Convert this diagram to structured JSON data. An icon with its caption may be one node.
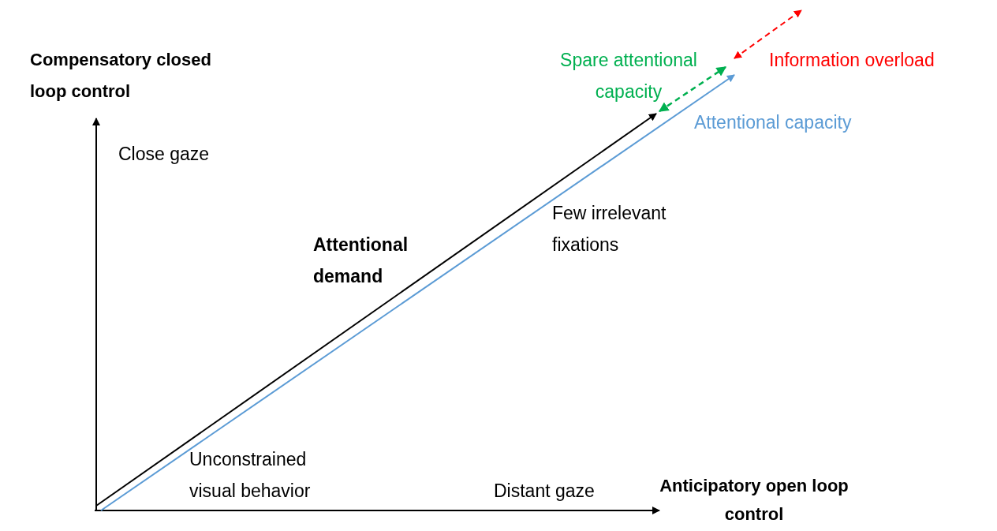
{
  "diagram": {
    "labels": [
      "Compensatory closed loop control",
      "Spare attentional capacity",
      "Information overload",
      "Attentional capacity",
      "Close gaze",
      "Few irrelevant fixations",
      "Attentional demand",
      "Unconstrained visual behavior",
      "Distant gaze",
      "Anticipatory open loop control"
    ]
  }
}
